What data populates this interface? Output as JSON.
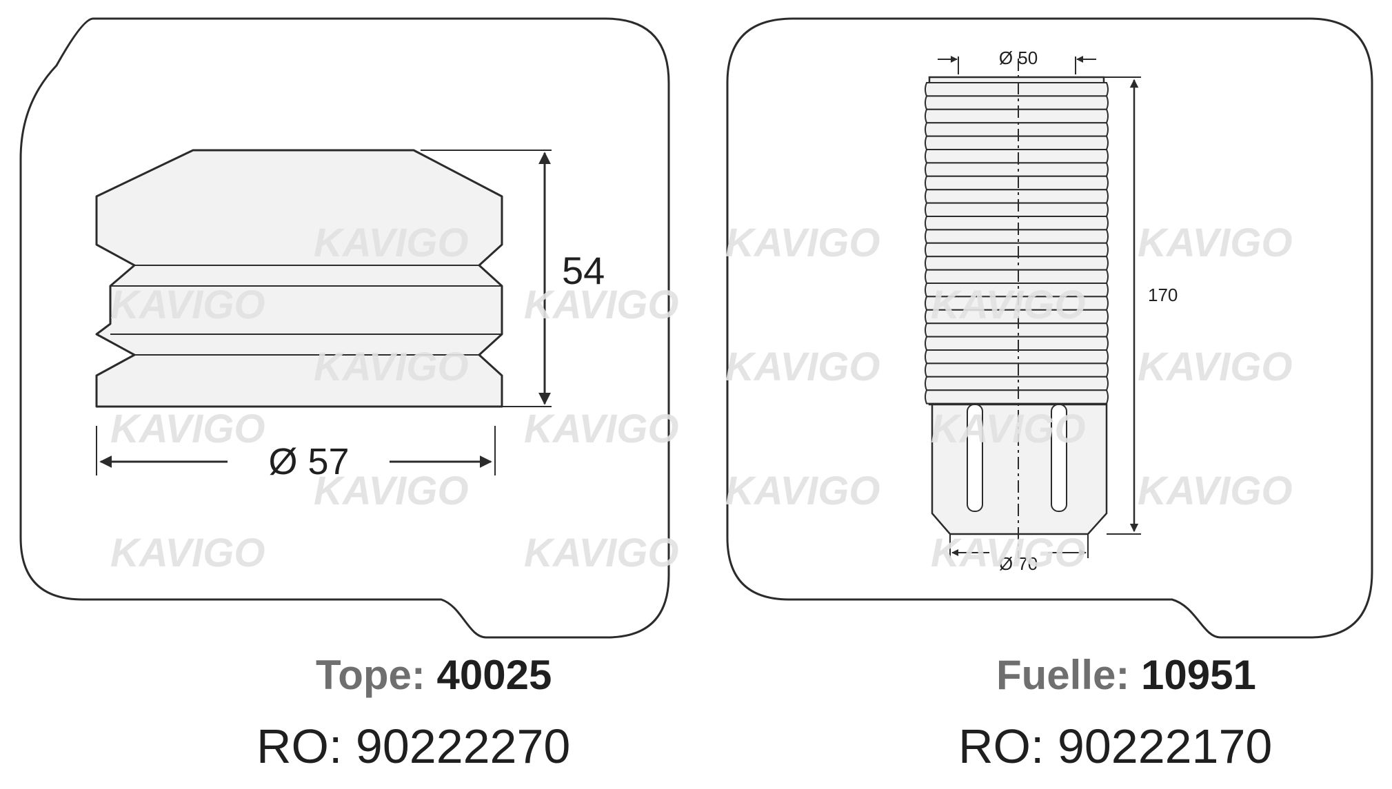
{
  "watermark": "KAVIGO",
  "colors": {
    "outline": "#2b2b2b",
    "fill": "#f2f2f2",
    "caption_label": "#6f6f6f",
    "caption_text": "#1f1f1f",
    "watermark": "#e2e2e2"
  },
  "bump_stop": {
    "height_label": "54",
    "diameter_label": "Ø 57",
    "caption_label": "Tope:",
    "caption_number": "40025",
    "ro_label": "RO:",
    "ro_number": "90222270"
  },
  "dust_boot": {
    "top_diameter_label": "Ø 50",
    "height_label": "170",
    "bottom_diameter_label": "Ø 70",
    "caption_label": "Fuelle:",
    "caption_number": "10951",
    "ro_label": "RO:",
    "ro_number": "90222170"
  }
}
